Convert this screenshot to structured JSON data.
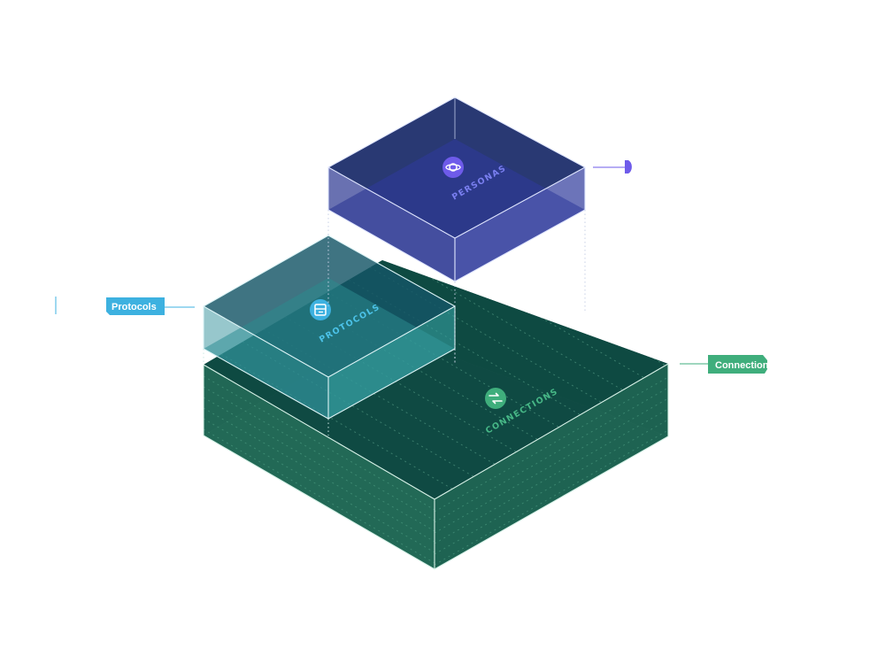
{
  "layers": {
    "personas": {
      "name": "PERSONAS",
      "callout": "",
      "accent": "#6E5BEA",
      "color": "#2A2E86"
    },
    "protocols": {
      "name": "PROTOCOLS",
      "callout": "Protocols",
      "accent": "#3DB1E0",
      "color": "#2E8E9A"
    },
    "connections": {
      "name": "CONNECTIONS",
      "callout": "Connection",
      "accent": "#3FAE7C",
      "color": "#1F6B55"
    }
  },
  "icons": {
    "personas": "ringed-planet-icon",
    "protocols": "document-icon",
    "connections": "link-arrows-icon"
  }
}
